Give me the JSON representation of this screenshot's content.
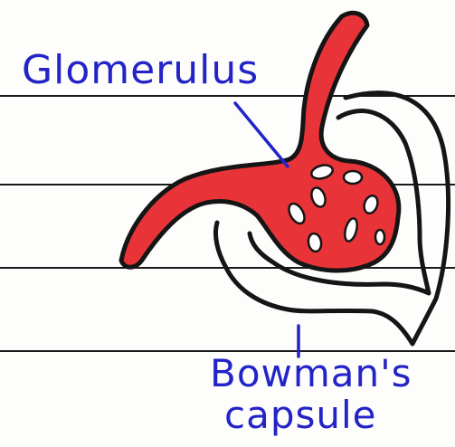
{
  "labels": {
    "glomerulus": "Glomerulus",
    "bowman_line1": "Bowman's",
    "bowman_line2": "capsule"
  },
  "colors": {
    "vessel_fill": "#e83438",
    "outline": "#151515",
    "label_ink": "#2323c8",
    "ruled_line": "#1a1a1a",
    "paper": "#fdfdfc"
  }
}
